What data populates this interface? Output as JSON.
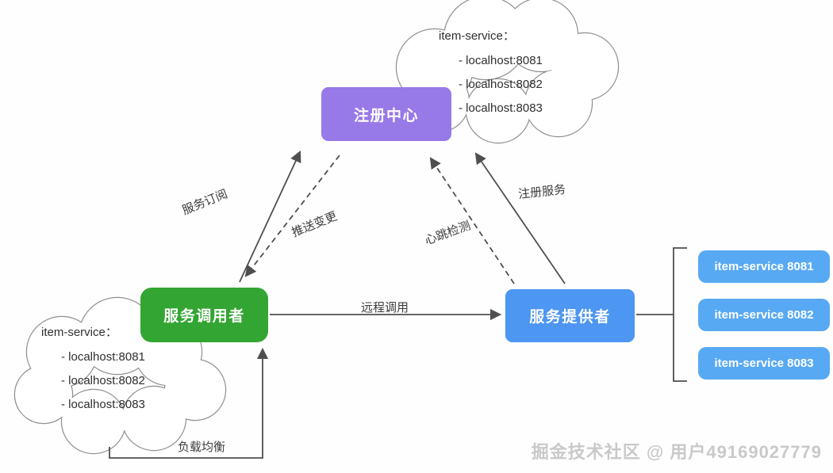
{
  "nodes": {
    "registry": {
      "label": "注册中心",
      "color": "#9779e8"
    },
    "consumer": {
      "label": "服务调用者",
      "color": "#33a532"
    },
    "provider": {
      "label": "服务提供者",
      "color": "#4d96f2"
    }
  },
  "clouds": {
    "top": {
      "title": "item-service：",
      "items": [
        "- localhost:8081",
        "- localhost:8082",
        "- localhost:8083"
      ]
    },
    "bottom": {
      "title": "item-service：",
      "items": [
        "- localhost:8081",
        "- localhost:8082",
        "- localhost:8083"
      ]
    }
  },
  "edges": {
    "subscribe": {
      "label": "服务订阅",
      "style": "solid",
      "from": "consumer",
      "to": "registry"
    },
    "push": {
      "label": "推送变更",
      "style": "dashed",
      "from": "registry",
      "to": "consumer"
    },
    "heartbeat": {
      "label": "心跳检测",
      "style": "dashed",
      "from": "provider",
      "to": "registry"
    },
    "register": {
      "label": "注册服务",
      "style": "solid",
      "from": "provider",
      "to": "registry"
    },
    "remote_call": {
      "label": "远程调用",
      "style": "solid",
      "from": "consumer",
      "to": "provider"
    },
    "load_balance": {
      "label": "负载均衡",
      "style": "solid",
      "from": "bottom-cloud",
      "to": "consumer"
    }
  },
  "instances": [
    {
      "label": "item-service 8081"
    },
    {
      "label": "item-service 8082"
    },
    {
      "label": "item-service 8083"
    }
  ],
  "instance_color": "#58a9f3",
  "watermark": "掘金技术社区 @ 用户49169027779"
}
